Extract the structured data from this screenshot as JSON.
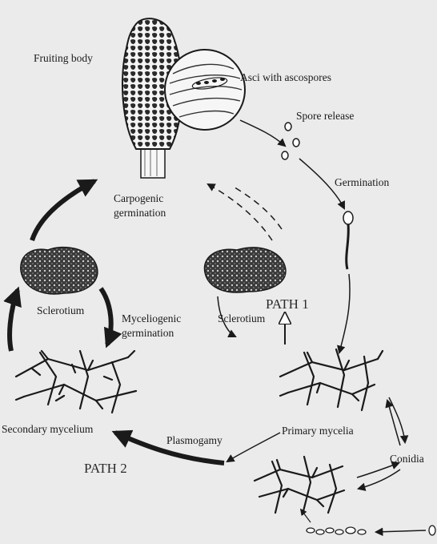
{
  "labels": {
    "fruiting_body": "Fruiting body",
    "asci": "Asci with ascospores",
    "spore_release": "Spore release",
    "germination": "Germination",
    "carpogenic_1": "Carpogenic",
    "carpogenic_2": "germination",
    "sclerotium_left": "Sclerotium",
    "sclerotium_mid": "Sclerotium",
    "myceliogenic_1": "Myceliogenic",
    "myceliogenic_2": "germination",
    "path1": "PATH 1",
    "path2": "PATH 2",
    "secondary_mycelium": "Secondary mycelium",
    "plasmogamy": "Plasmogamy",
    "primary_mycelia": "Primary mycelia",
    "conidia": "Conidia"
  },
  "colors": {
    "background": "#ebebeb",
    "ink": "#1a1a1a"
  },
  "icons": [
    "fruiting-body-icon",
    "asci-lens-icon",
    "sclerotium-icon",
    "mycelium-icon",
    "spore-icon",
    "conidia-icon"
  ]
}
